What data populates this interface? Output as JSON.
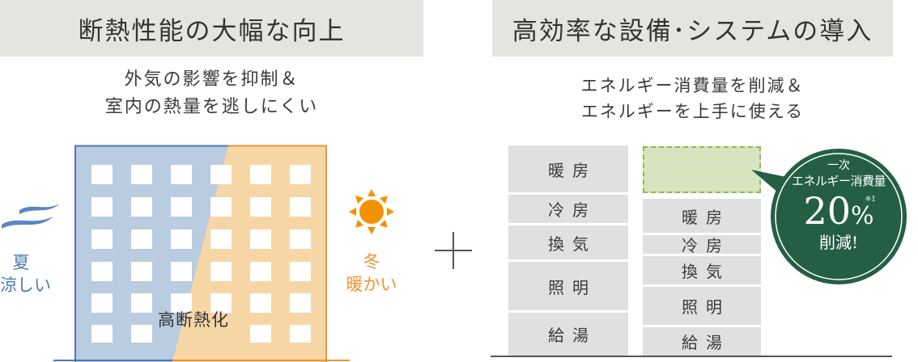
{
  "left": {
    "title": "断熱性能の大幅な向上",
    "subtitle_line1": "外気の影響を抑制＆",
    "subtitle_line2": "室内の熱量を逃しにくい",
    "building_label": "高断熱化",
    "summer_line1": "夏",
    "summer_line2": "涼しい",
    "winter_line1": "冬",
    "winter_line2": "暖かい"
  },
  "plus_symbol": "＋",
  "right": {
    "title": "高効率な設備･システムの導入",
    "subtitle_line1": "エネルギー消費量を削減＆",
    "subtitle_line2": "エネルギーを上手に使える",
    "before_items": [
      "暖房",
      "冷房",
      "換気",
      "照明",
      "給湯"
    ],
    "after_items": [
      "暖房",
      "冷房",
      "換気",
      "照明",
      "給湯"
    ],
    "badge": {
      "line1": "一次",
      "line2": "エネルギー消費量",
      "value": "20",
      "unit": "%",
      "note": "※1",
      "line3": "削減!"
    }
  },
  "colors": {
    "header_bg": "#e3e6e0",
    "building_blue": "#b9cce0",
    "building_orange": "#f7d6a6",
    "blue_line": "#4f7aae",
    "orange_line": "#ee9433",
    "sun": "#f29200",
    "saved_green": "#d7e4c0",
    "saved_border": "#8bbb4e",
    "badge_green": "#245f45",
    "cell_gray": "#e0e0e0"
  }
}
